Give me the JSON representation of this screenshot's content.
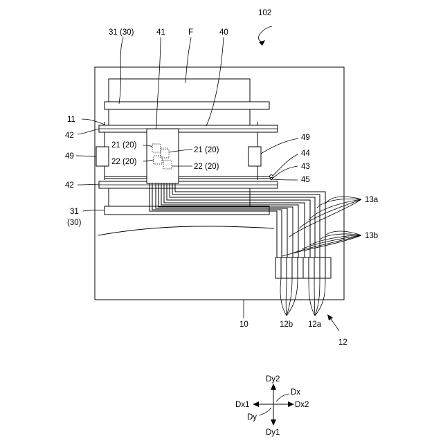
{
  "figure": {
    "labels": {
      "device": "102",
      "board": "10",
      "panel_edge": "11",
      "connector": "12",
      "connector_a": "12a",
      "connector_b": "12b",
      "traces_a": "13a",
      "traces_b": "13b",
      "support_top": "31 (30)",
      "support_bottom_a": "31",
      "support_bottom_b": "(30)",
      "frame": "40",
      "module": "41",
      "film": "F",
      "rail_top": "42",
      "rail_bottom": "42",
      "wire_44": "44",
      "wire_43": "43",
      "wire_45": "45",
      "holder_left": "49",
      "holder_right": "49",
      "chip_21a": "21 (20)",
      "chip_22a": "22 (20)",
      "chip_21b": "21 (20)",
      "chip_22b": "22 (20)"
    },
    "directions": {
      "dy2": "Dy2",
      "dy1": "Dy1",
      "dx1": "Dx1",
      "dx2": "Dx2",
      "dx": "Dx",
      "dy": "Dy"
    }
  }
}
